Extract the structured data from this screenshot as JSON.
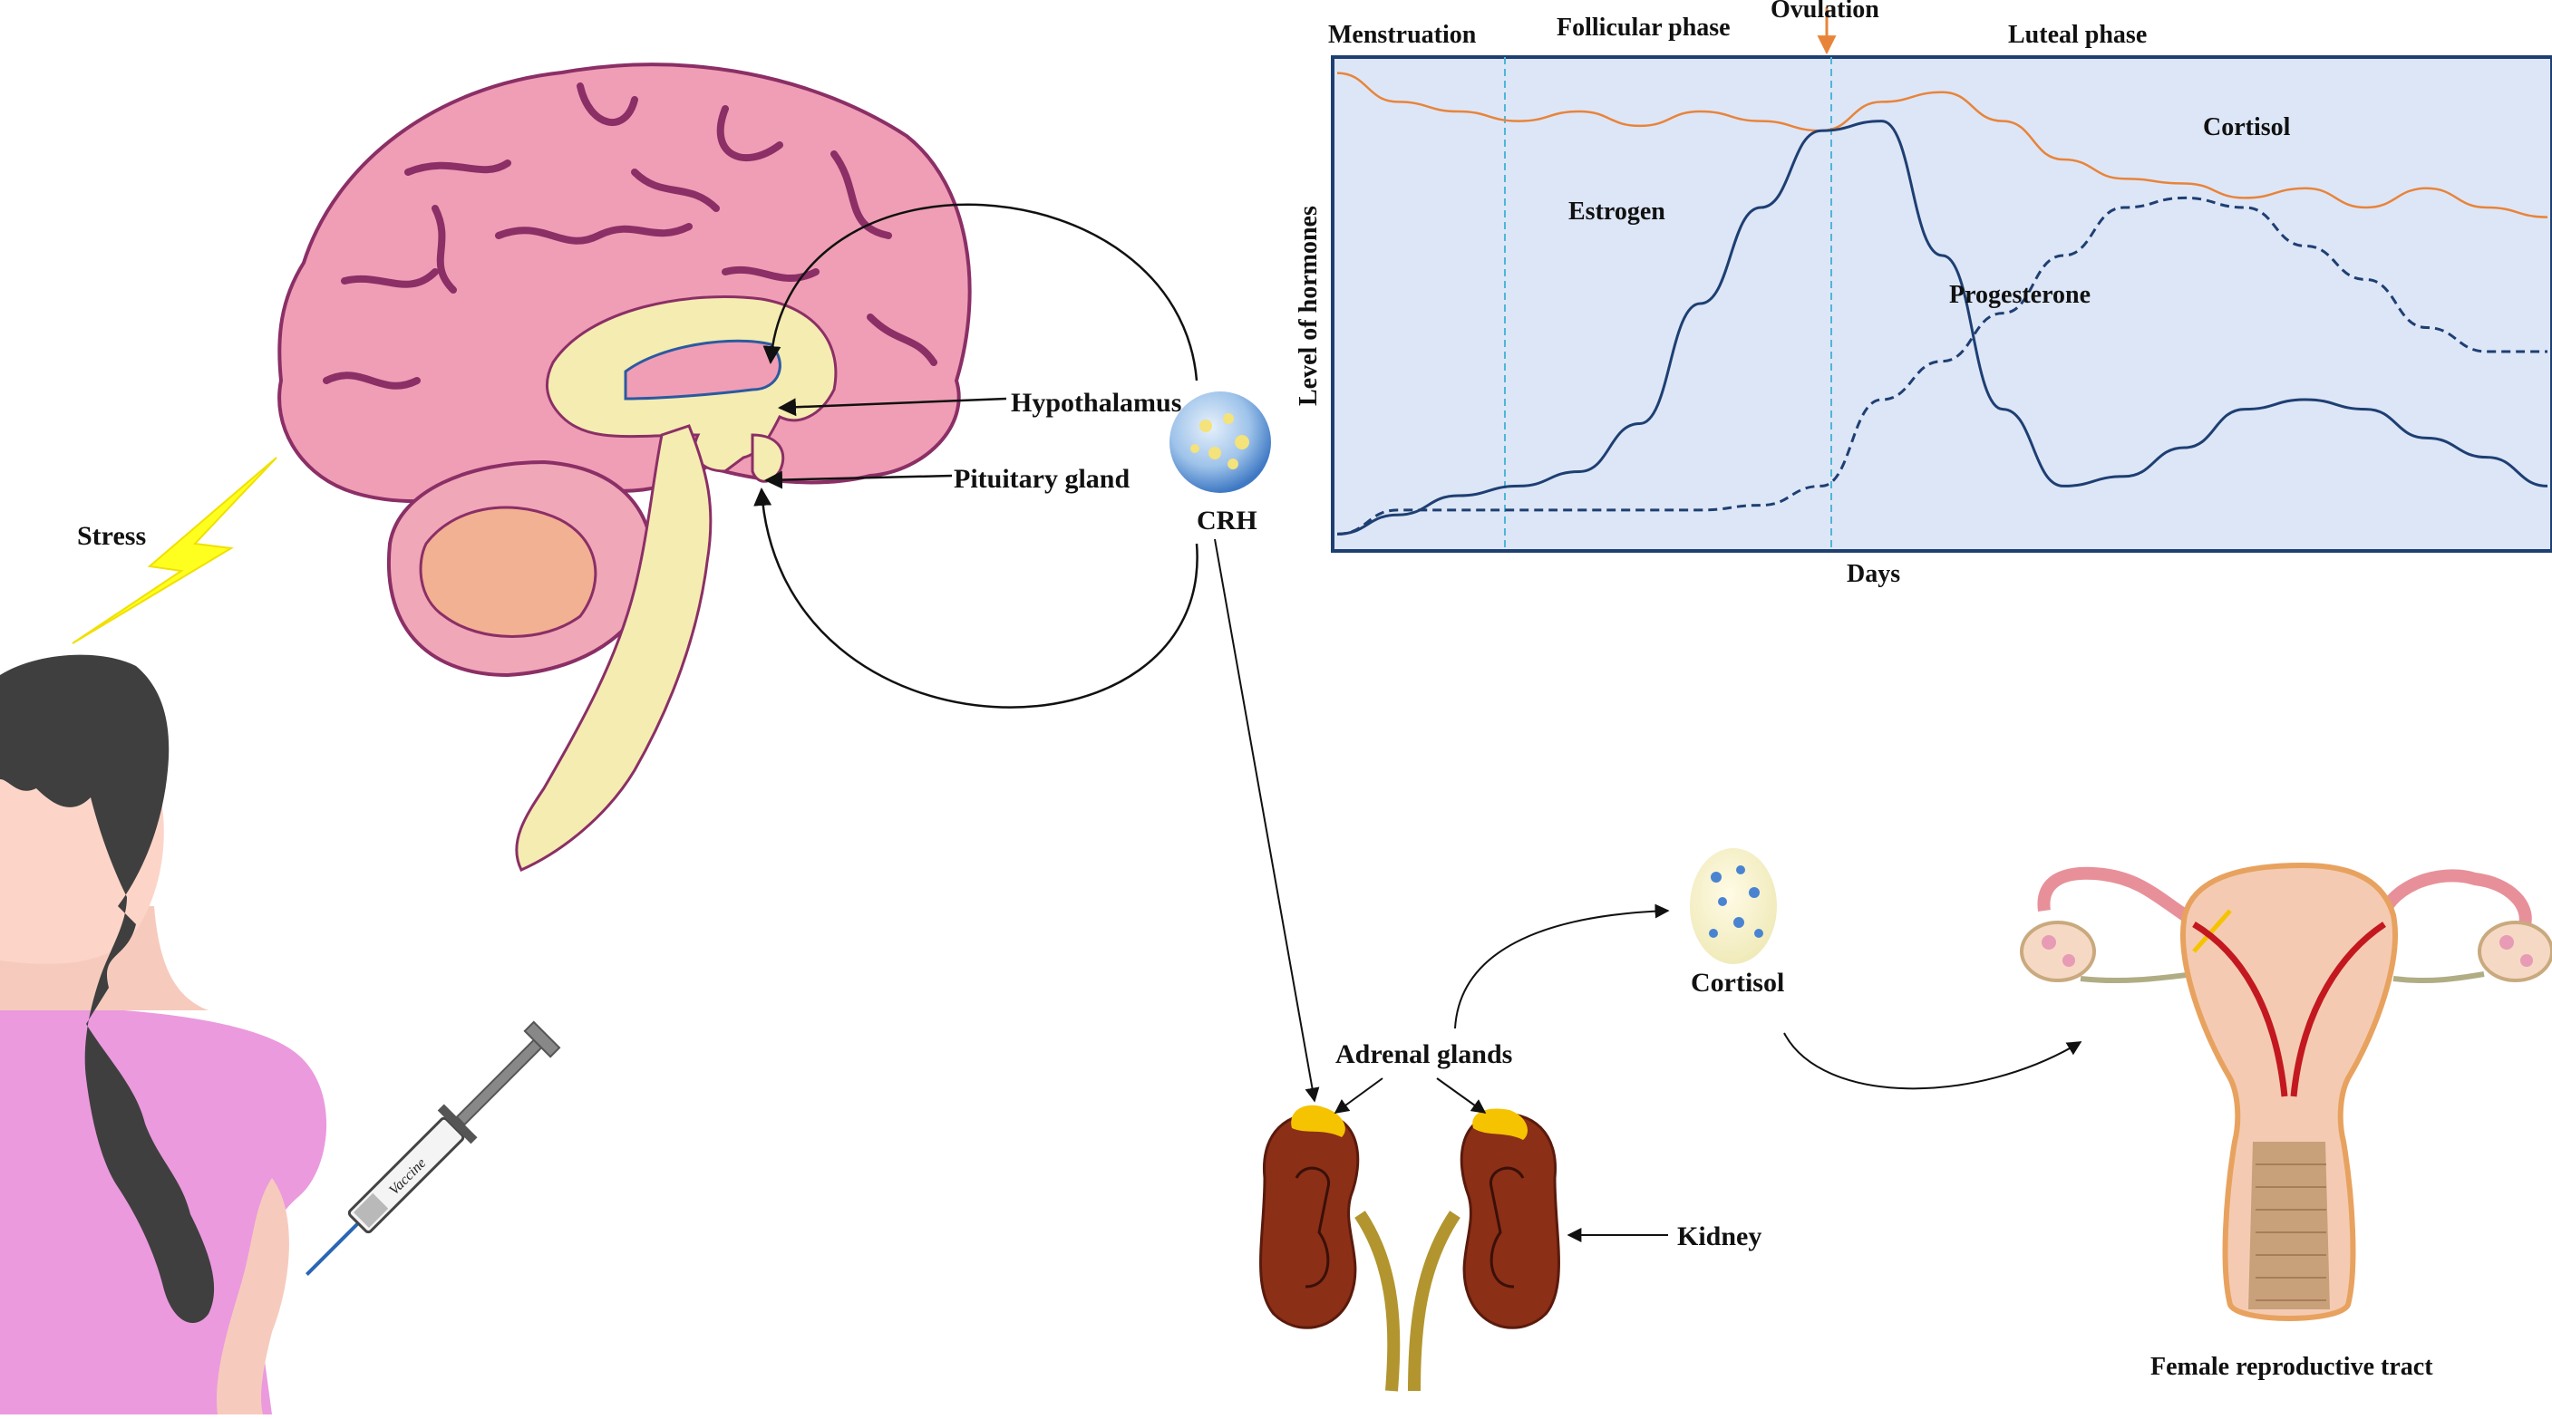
{
  "labels": {
    "stress": "Stress",
    "hypothalamus": "Hypothalamus",
    "pituitary": "Pituitary gland",
    "crh": "CRH",
    "adrenal": "Adrenal glands",
    "cortisol_node": "Cortisol",
    "kidney": "Kidney",
    "reproductive": "Female reproductive tract",
    "vaccine": "Vaccine"
  },
  "chart": {
    "phases": [
      "Menstruation",
      "Follicular phase",
      "Ovulation",
      "Luteal phase"
    ],
    "ylabel": "Level of hormones",
    "xlabel": "Days",
    "series_labels": {
      "cortisol": "Cortisol",
      "estrogen": "Estrogen",
      "progesterone": "Progesterone"
    }
  },
  "chart_data": {
    "type": "line",
    "x": [
      0,
      5,
      10,
      15,
      20,
      25,
      30,
      35,
      40,
      45,
      50,
      55,
      60,
      65,
      70,
      75,
      80,
      85,
      90,
      95,
      100
    ],
    "series": [
      {
        "name": "Cortisol",
        "values": [
          98,
          92,
          90,
          88,
          90,
          87,
          90,
          88,
          86,
          92,
          94,
          88,
          80,
          76,
          75,
          72,
          74,
          70,
          74,
          70,
          68
        ]
      },
      {
        "name": "Estrogen",
        "values": [
          2,
          6,
          10,
          12,
          15,
          25,
          50,
          70,
          86,
          88,
          60,
          28,
          12,
          14,
          20,
          28,
          30,
          28,
          22,
          18,
          12
        ]
      },
      {
        "name": "Progesterone",
        "values": [
          2,
          7,
          7,
          7,
          7,
          7,
          7,
          8,
          12,
          30,
          38,
          48,
          60,
          70,
          72,
          70,
          62,
          55,
          45,
          40,
          40
        ]
      }
    ],
    "colors": {
      "cortisol": "#e8843a",
      "estrogen": "#1e3f72",
      "progesterone": "#1e3f72",
      "background": "#dde6f7",
      "border": "#1e3f72",
      "phase_line": "#4fb6d8"
    }
  }
}
